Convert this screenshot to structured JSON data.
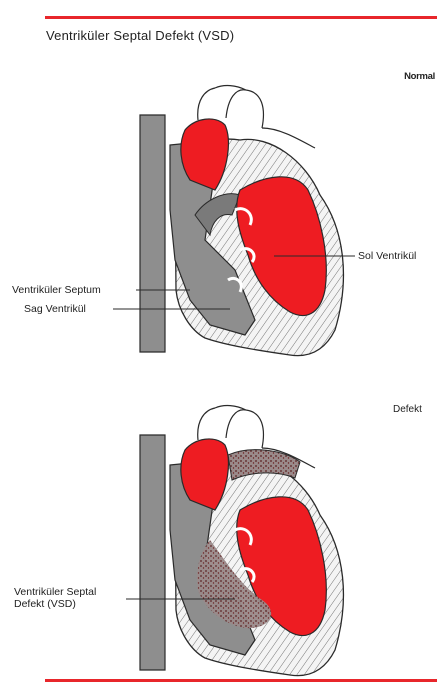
{
  "title": "Ventriküler Septal Defekt (VSD)",
  "panels": {
    "normal": {
      "tag": "Normal",
      "labels": {
        "left_ventricle": "Sol Ventrikül",
        "septum": "Ventriküler Septum",
        "right_ventricle": "Sag Ventrikül"
      }
    },
    "defect": {
      "tag": "Defekt",
      "labels": {
        "vsd_line1": "Ventriküler Septal",
        "vsd_line2": "Defekt (VSD)"
      }
    }
  },
  "colors": {
    "accent_rule": "#e8262b",
    "oxygenated": "#ee1c22",
    "deoxygenated": "#8e8e8e",
    "outline": "#2a2a2a"
  }
}
